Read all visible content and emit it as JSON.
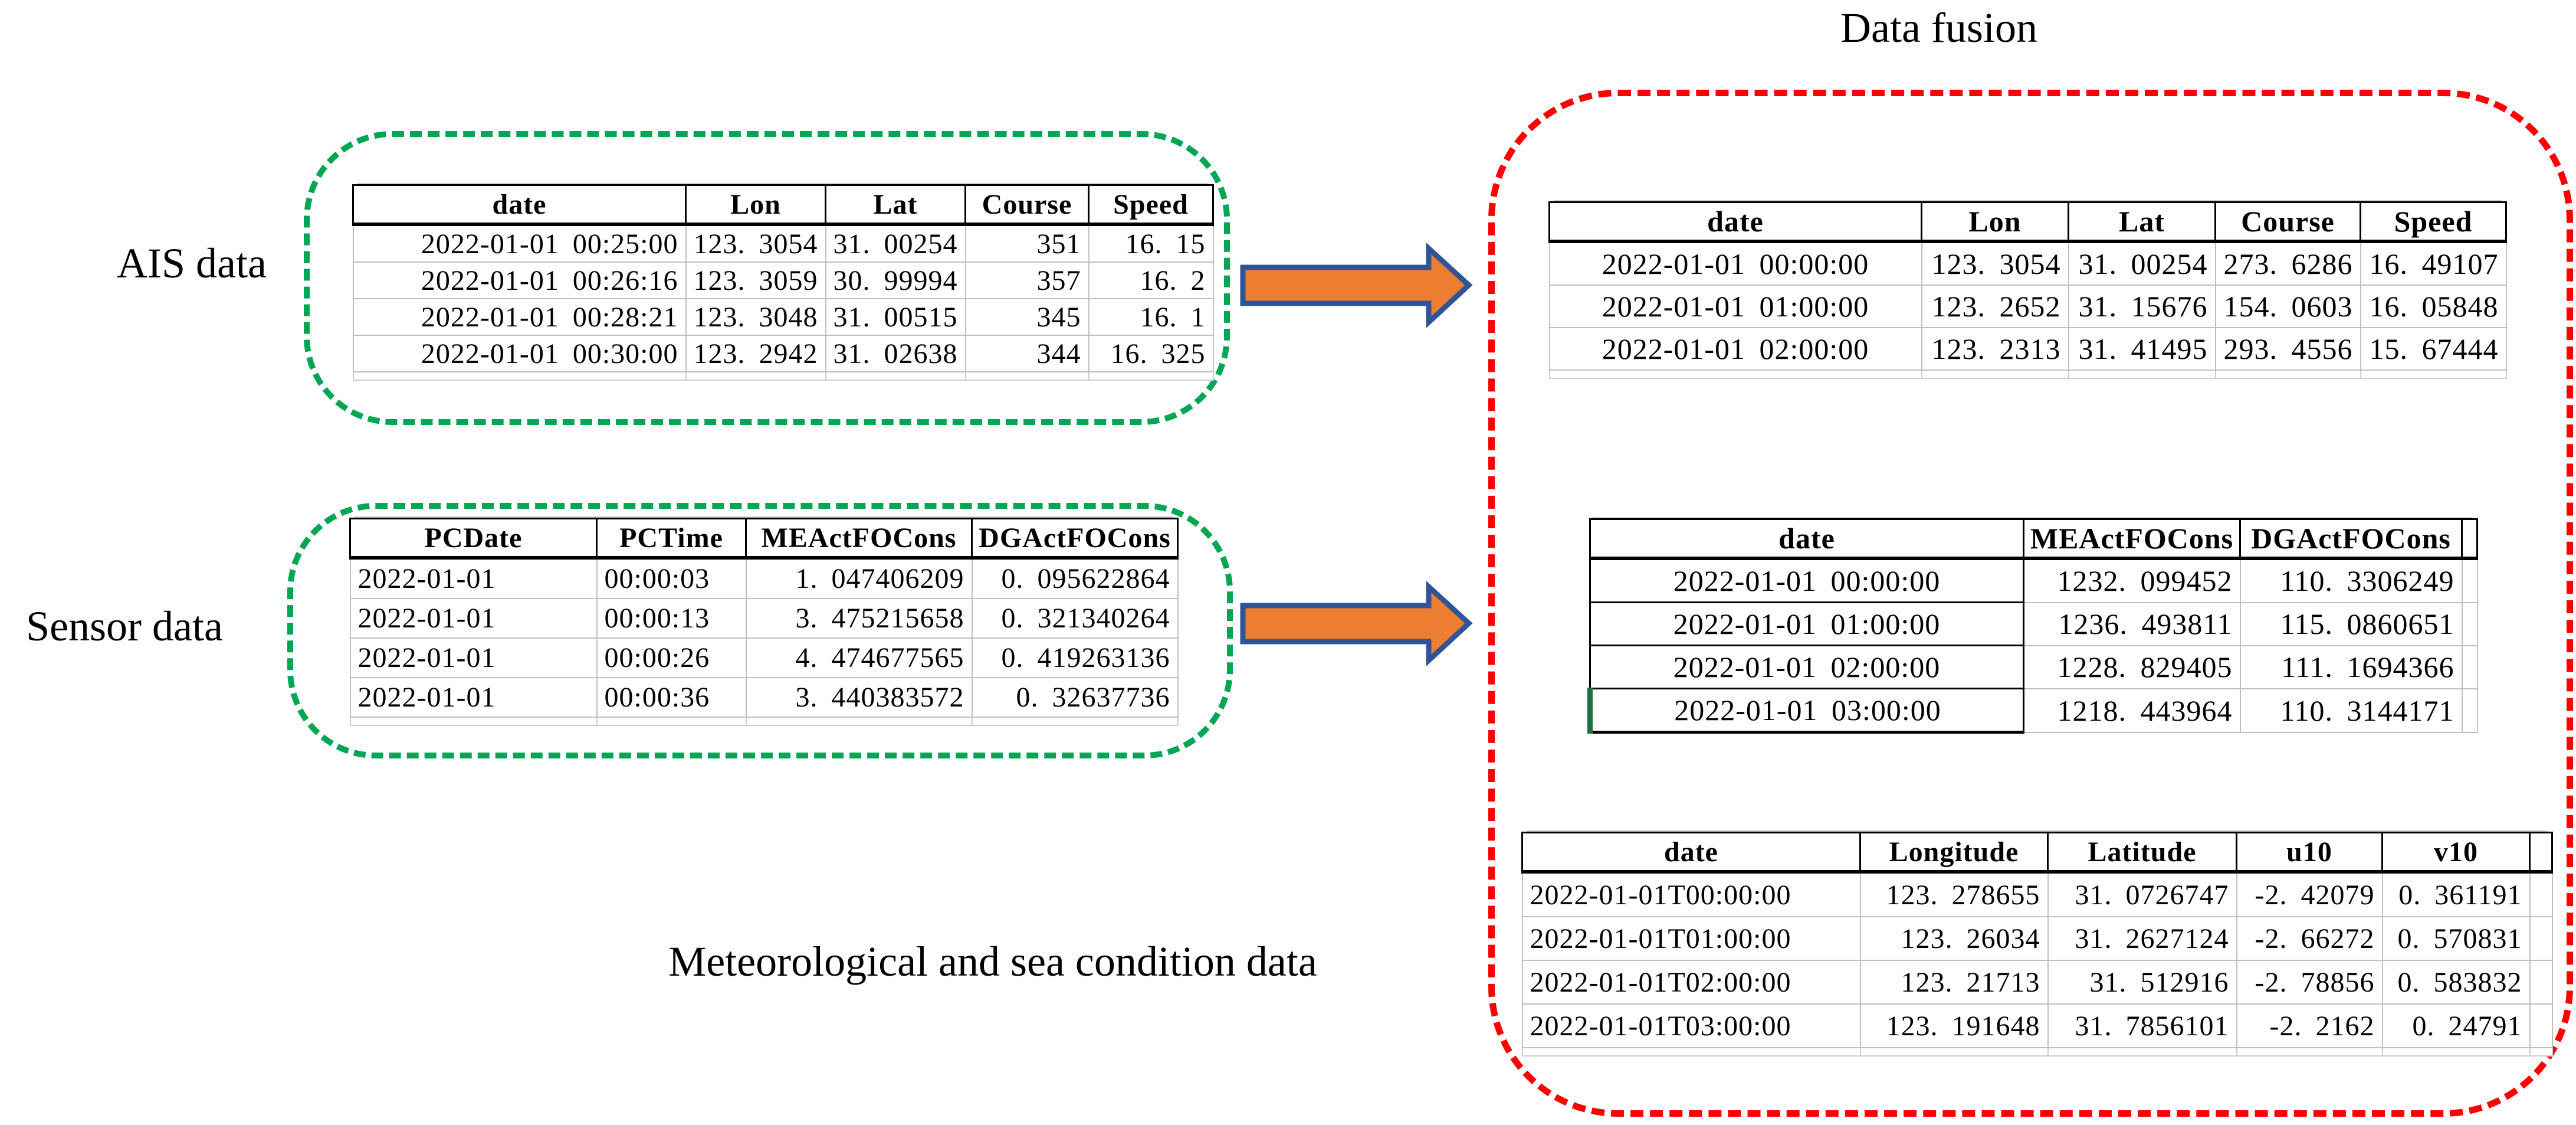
{
  "labels": {
    "ais": "AIS data",
    "sensor": "Sensor data",
    "fusion_title": "Data fusion",
    "meteo": "Meteorological and sea condition data"
  },
  "colors": {
    "group_box_green": "#00A651",
    "fusion_box_red": "#FF0000",
    "arrow_fill_orange": "#ED7D31",
    "arrow_stroke_blue": "#2F5597",
    "grid_gray": "#BFBFBF",
    "selection_green": "#1E7145"
  },
  "icons": {
    "arrow_ais": "right-arrow-icon",
    "arrow_sensor": "right-arrow-icon"
  },
  "tables": {
    "ais_raw": {
      "title": "AIS data table",
      "headers": [
        "date",
        "Lon",
        "Lat",
        "Course",
        "Speed"
      ],
      "rows": [
        [
          "2022-01-01 00:25:00",
          "123. 3054",
          "31. 00254",
          "351",
          "16. 15"
        ],
        [
          "2022-01-01 00:26:16",
          "123. 3059",
          "30. 99994",
          "357",
          "16. 2"
        ],
        [
          "2022-01-01 00:28:21",
          "123. 3048",
          "31. 00515",
          "345",
          "16. 1"
        ],
        [
          "2022-01-01 00:30:00",
          "123. 2942",
          "31. 02638",
          "344",
          "16. 325"
        ]
      ]
    },
    "sensor_raw": {
      "title": "Sensor data table",
      "headers": [
        "PCDate",
        "PCTime",
        "MEActFOCons",
        "DGActFOCons"
      ],
      "rows": [
        [
          "2022-01-01",
          "00:00:03",
          "1. 047406209",
          "0. 095622864"
        ],
        [
          "2022-01-01",
          "00:00:13",
          "3. 475215658",
          "0. 321340264"
        ],
        [
          "2022-01-01",
          "00:00:26",
          "4. 474677565",
          "0. 419263136"
        ],
        [
          "2022-01-01",
          "00:00:36",
          "3. 440383572",
          "0. 32637736"
        ]
      ]
    },
    "ais_fused": {
      "title": "Fused AIS data table",
      "headers": [
        "date",
        "Lon",
        "Lat",
        "Course",
        "Speed"
      ],
      "rows": [
        [
          "2022-01-01 00:00:00",
          "123. 3054",
          "31. 00254",
          "273. 6286",
          "16. 49107"
        ],
        [
          "2022-01-01 01:00:00",
          "123. 2652",
          "31. 15676",
          "154. 0603",
          "16. 05848"
        ],
        [
          "2022-01-01 02:00:00",
          "123. 2313",
          "31. 41495",
          "293. 4556",
          "15. 67444"
        ]
      ]
    },
    "sensor_fused": {
      "title": "Fused sensor data table",
      "headers": [
        "date",
        "MEActFOCons",
        "DGActFOCons",
        ""
      ],
      "rows": [
        [
          "2022-01-01 00:00:00",
          "1232. 099452",
          "110. 3306249",
          ""
        ],
        [
          "2022-01-01 01:00:00",
          "1236. 493811",
          "115. 0860651",
          ""
        ],
        [
          "2022-01-01 02:00:00",
          "1228. 829405",
          "111. 1694366",
          ""
        ],
        [
          "2022-01-01 03:00:00",
          "1218. 443964",
          "110. 3144171",
          ""
        ]
      ]
    },
    "meteo": {
      "title": "Meteorological and sea condition data table",
      "headers": [
        "date",
        "Longitude",
        "Latitude",
        "u10",
        "v10",
        ""
      ],
      "rows": [
        [
          "2022-01-01T00:00:00",
          "123. 278655",
          "31. 0726747",
          "-2. 42079",
          "0. 361191",
          ""
        ],
        [
          "2022-01-01T01:00:00",
          "123. 26034",
          "31. 2627124",
          "-2. 66272",
          "0. 570831",
          ""
        ],
        [
          "2022-01-01T02:00:00",
          "123. 21713",
          "31. 512916",
          "-2. 78856",
          "0. 583832",
          ""
        ],
        [
          "2022-01-01T03:00:00",
          "123. 191648",
          "31. 7856101",
          "-2. 2162",
          "0. 24791",
          ""
        ]
      ]
    }
  }
}
